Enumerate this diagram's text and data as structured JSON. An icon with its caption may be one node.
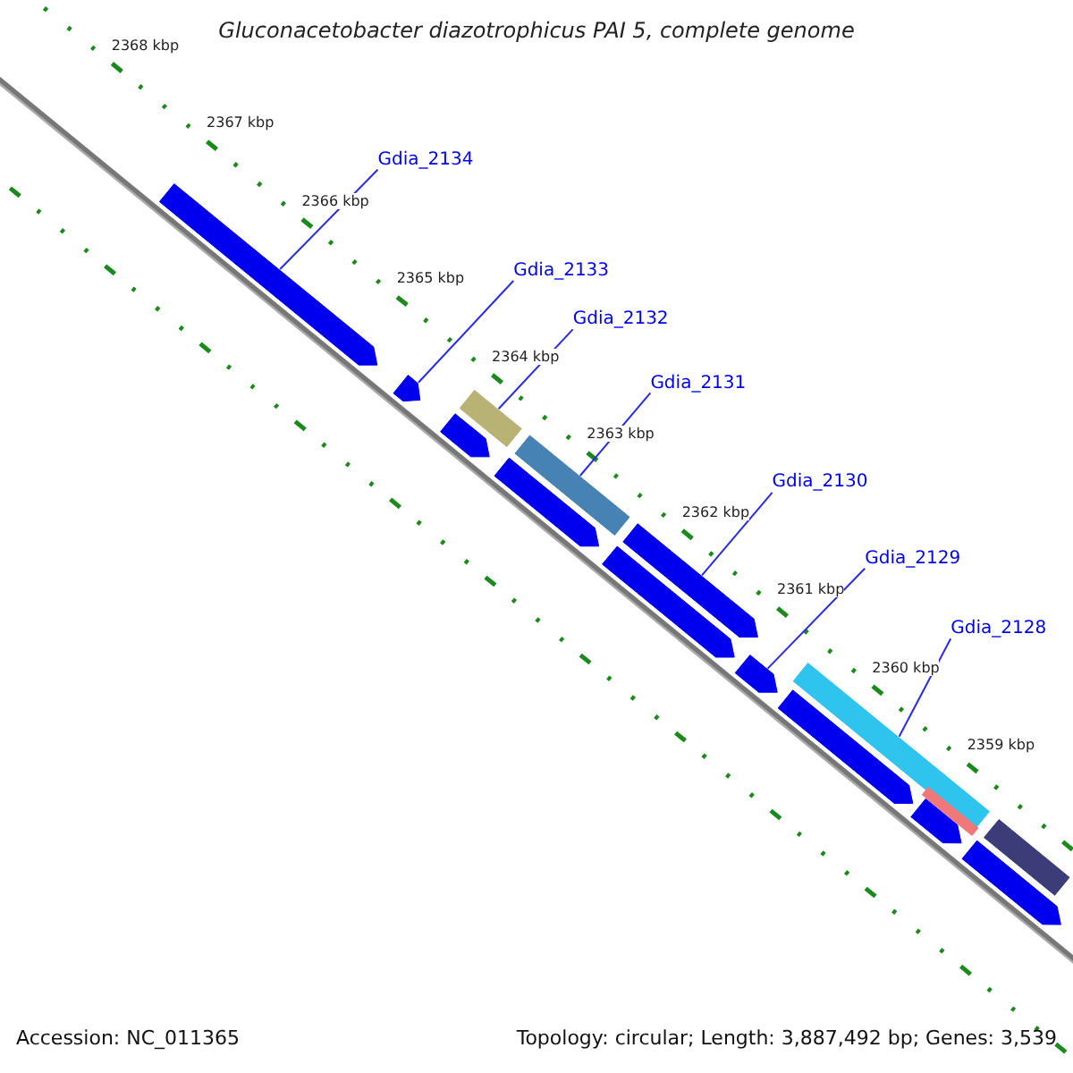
{
  "diagram": {
    "title": "Gluconacetobacter diazotrophicus PAI 5, complete genome",
    "nodes": [
      {
        "text": [
          "Gdia_2134"
        ]
      },
      {
        "text": [
          "Gdia_2133"
        ]
      },
      {
        "text": [
          "Gdia_2132"
        ]
      },
      {
        "text": [
          "Gdia_2131"
        ]
      },
      {
        "text": [
          "Gdia_2130"
        ]
      },
      {
        "text": [
          "Gdia_2129"
        ]
      },
      {
        "text": [
          "Gdia_2128"
        ]
      },
      {
        "text": [],
        "shape": "arrow"
      },
      {
        "text": [],
        "shape": "arrow"
      },
      {
        "text": [],
        "shape": "bar"
      },
      {
        "text": [],
        "shape": "arrow"
      },
      {
        "text": [],
        "shape": "bar"
      },
      {
        "text": [],
        "shape": "arrow"
      },
      {
        "text": [],
        "shape": "arrow"
      },
      {
        "text": [],
        "shape": "arrow"
      },
      {
        "text": [],
        "shape": "arrow"
      },
      {
        "text": [],
        "shape": "bar"
      },
      {
        "text": [],
        "shape": "arrow"
      },
      {
        "text": [],
        "shape": "bar"
      },
      {
        "text": [],
        "shape": "arrow"
      },
      {
        "text": [],
        "shape": "bar"
      },
      {
        "text": [],
        "shape": "arrow"
      }
    ],
    "edges": [
      {
        "from": 0,
        "to": 7,
        "arrow": "none"
      },
      {
        "from": 1,
        "to": 8,
        "arrow": "none"
      },
      {
        "from": 2,
        "to": 9,
        "arrow": "none"
      },
      {
        "from": 3,
        "to": 11,
        "arrow": "none"
      },
      {
        "from": 4,
        "to": 13,
        "arrow": "none"
      },
      {
        "from": 5,
        "to": 15,
        "arrow": "none"
      },
      {
        "from": 6,
        "to": 16,
        "arrow": "none"
      }
    ],
    "labels": [
      "2368 kbp",
      "2367 kbp",
      "2366 kbp",
      "2365 kbp",
      "2364 kbp",
      "2363 kbp",
      "2362 kbp",
      "2361 kbp",
      "2360 kbp",
      "2359 kbp",
      "Accession: NC_011365",
      "Topology: circular; Length: 3,887,492 bp; Genes: 3,539"
    ]
  }
}
